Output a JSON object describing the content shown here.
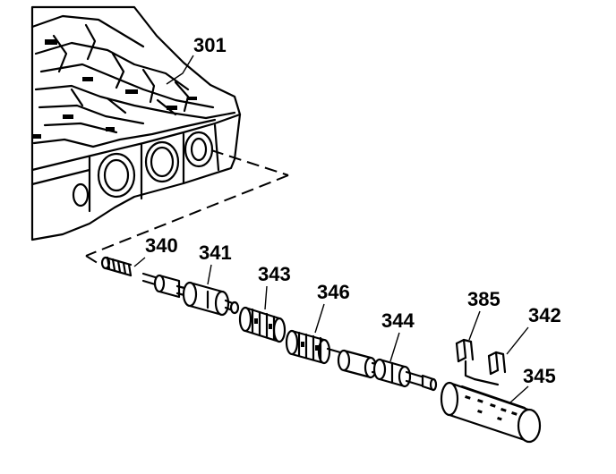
{
  "diagram": {
    "labels": {
      "valve_body": "301",
      "spring": "340",
      "valve": "341",
      "spring_343": "343",
      "spring_346": "346",
      "valve_344": "344",
      "retainer_385": "385",
      "retainer_342": "342",
      "sleeve": "345"
    }
  }
}
